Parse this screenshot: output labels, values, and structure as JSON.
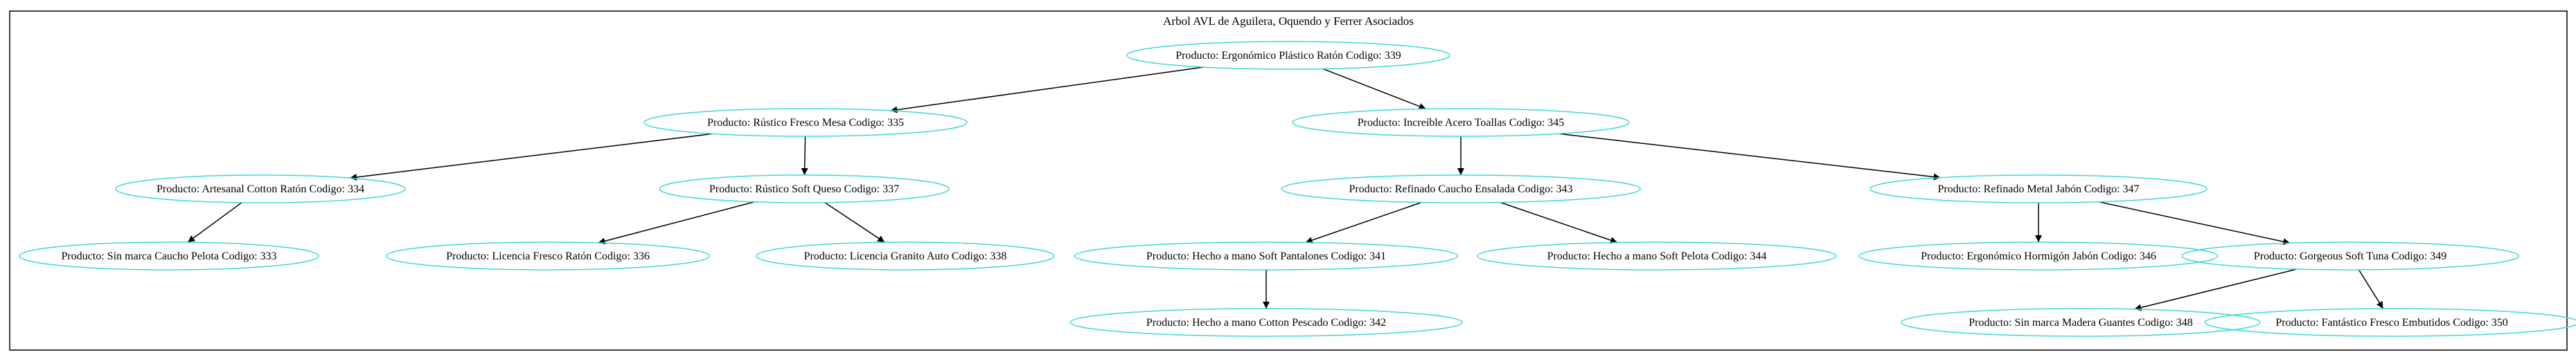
{
  "graph": {
    "title": "Arbol AVL de Aguilera, Oquendo y Ferrer Asociados",
    "node_color": "#3dd7d7",
    "edge_color": "#000000",
    "border_color": "#000000"
  },
  "nodes": [
    {
      "id": "n339",
      "label": "Producto: Ergonómico Plástico Ratón Codigo: 339"
    },
    {
      "id": "n335",
      "label": "Producto: Rústico Fresco Mesa Codigo: 335"
    },
    {
      "id": "n345",
      "label": "Producto: Increíble Acero Toallas Codigo: 345"
    },
    {
      "id": "n334",
      "label": "Producto: Artesanal Cotton Ratón Codigo: 334"
    },
    {
      "id": "n337",
      "label": "Producto: Rústico Soft Queso Codigo: 337"
    },
    {
      "id": "n343",
      "label": "Producto: Refinado Caucho Ensalada Codigo: 343"
    },
    {
      "id": "n347",
      "label": "Producto: Refinado Metal Jabón Codigo: 347"
    },
    {
      "id": "n333",
      "label": "Producto: Sin marca Caucho Pelota Codigo: 333"
    },
    {
      "id": "n336",
      "label": "Producto: Licencia Fresco Ratón Codigo: 336"
    },
    {
      "id": "n338",
      "label": "Producto: Licencia Granito Auto Codigo: 338"
    },
    {
      "id": "n341",
      "label": "Producto: Hecho a mano Soft Pantalones Codigo: 341"
    },
    {
      "id": "n344",
      "label": "Producto: Hecho a mano Soft Pelota Codigo: 344"
    },
    {
      "id": "n346",
      "label": "Producto: Ergonómico Hormigón Jabón Codigo: 346"
    },
    {
      "id": "n349",
      "label": "Producto: Gorgeous Soft Tuna Codigo: 349"
    },
    {
      "id": "n342",
      "label": "Producto: Hecho a mano Cotton Pescado Codigo: 342"
    },
    {
      "id": "n348",
      "label": "Producto: Sin marca Madera Guantes Codigo: 348"
    },
    {
      "id": "n350",
      "label": "Producto: Fantástico Fresco Embutidos Codigo: 350"
    }
  ],
  "edges": [
    {
      "from": "n339",
      "to": "n335"
    },
    {
      "from": "n339",
      "to": "n345"
    },
    {
      "from": "n335",
      "to": "n334"
    },
    {
      "from": "n335",
      "to": "n337"
    },
    {
      "from": "n334",
      "to": "n333"
    },
    {
      "from": "n337",
      "to": "n336"
    },
    {
      "from": "n337",
      "to": "n338"
    },
    {
      "from": "n345",
      "to": "n343"
    },
    {
      "from": "n345",
      "to": "n347"
    },
    {
      "from": "n343",
      "to": "n341"
    },
    {
      "from": "n343",
      "to": "n344"
    },
    {
      "from": "n341",
      "to": "n342"
    },
    {
      "from": "n347",
      "to": "n346"
    },
    {
      "from": "n347",
      "to": "n349"
    },
    {
      "from": "n349",
      "to": "n348"
    },
    {
      "from": "n349",
      "to": "n350"
    }
  ]
}
